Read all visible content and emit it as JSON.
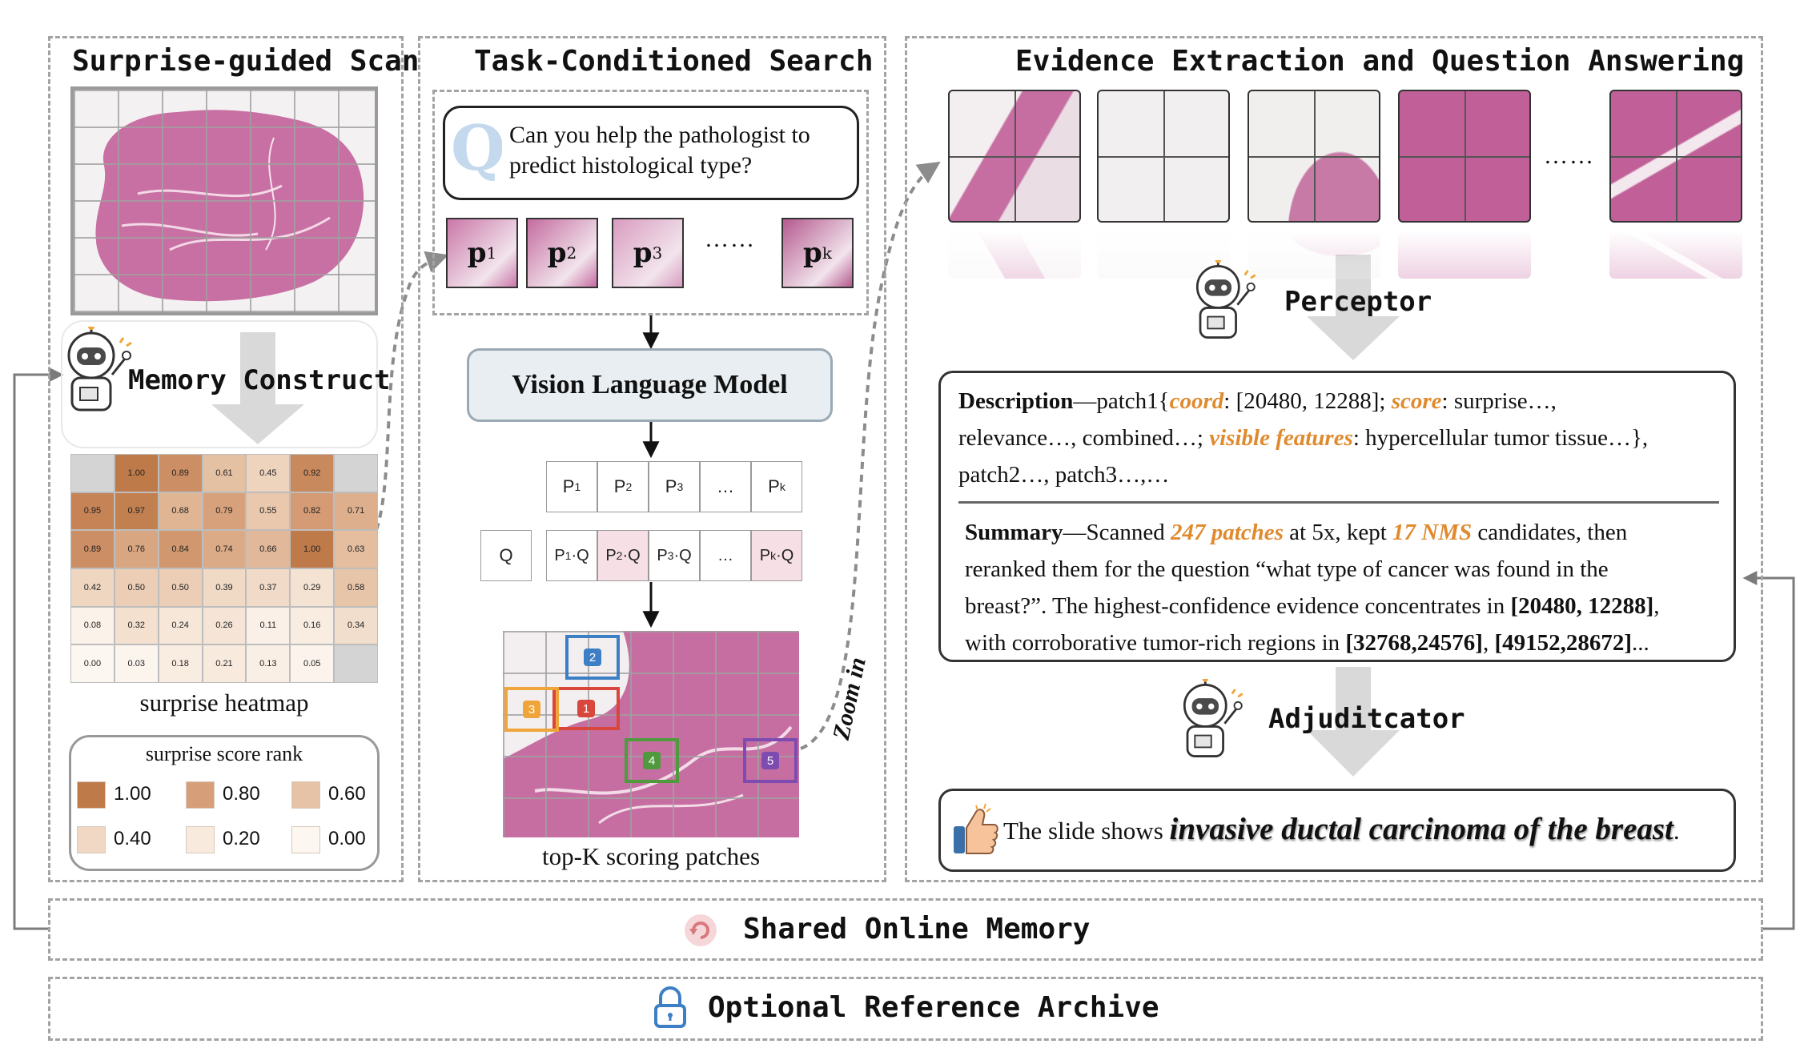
{
  "panels": {
    "scan_title": "Surprise-guided Scan",
    "search_title": "Task-Conditioned Search",
    "evidence_title": "Evidence Extraction and Question Answering"
  },
  "scan": {
    "memory_label": "Memory Construct",
    "heatmap_label": "surprise heatmap",
    "heatmap_cells": [
      [
        "",
        "1.00",
        "0.89",
        "0.61",
        "0.45",
        "0.92",
        ""
      ],
      [
        "0.95",
        "0.97",
        "0.68",
        "0.79",
        "0.55",
        "0.82",
        "0.71"
      ],
      [
        "0.89",
        "0.76",
        "0.84",
        "0.74",
        "0.66",
        "1.00",
        "0.63"
      ],
      [
        "0.42",
        "0.50",
        "0.50",
        "0.39",
        "0.37",
        "0.29",
        "0.58"
      ],
      [
        "0.08",
        "0.32",
        "0.24",
        "0.26",
        "0.11",
        "0.16",
        "0.34"
      ],
      [
        "0.00",
        "0.03",
        "0.18",
        "0.21",
        "0.13",
        "0.05",
        ""
      ]
    ],
    "legend_title": "surprise score rank",
    "legend": [
      {
        "label": "1.00",
        "color": "#bf7a4a"
      },
      {
        "label": "0.80",
        "color": "#d69f79"
      },
      {
        "label": "0.60",
        "color": "#e6c3a6"
      },
      {
        "label": "0.40",
        "color": "#f0d8c4"
      },
      {
        "label": "0.20",
        "color": "#f8ebde"
      },
      {
        "label": "0.00",
        "color": "#fdf7f1"
      }
    ]
  },
  "search": {
    "query_line1": "Can you help the pathologist to",
    "query_line2": "predict histological type?",
    "patch_labels": [
      "p",
      "p",
      "p",
      "p"
    ],
    "patch_subs": [
      "1",
      "2",
      "3",
      "k"
    ],
    "ellipsis": "……",
    "vlm_label": "Vision Language Model",
    "row1": [
      "P",
      "P",
      "P",
      "…",
      "P"
    ],
    "row1_subs": [
      "1",
      "2",
      "3",
      "",
      "k"
    ],
    "q_label": "Q",
    "row2": [
      "P",
      "P",
      "P",
      "…",
      "P"
    ],
    "row2_subs": [
      "1",
      "2",
      "3",
      "",
      "k"
    ],
    "row2_suffix": "·Q",
    "topk_label": "top-K scoring patches",
    "zoom_label": "Zoom in",
    "marks": [
      "1",
      "2",
      "3",
      "4",
      "5"
    ]
  },
  "evidence": {
    "ellipsis": "……",
    "perceptor_label": "Perceptor",
    "adjudicator_label": "Adjuditcator",
    "desc": {
      "head": "Description",
      "t1": "—patch1{",
      "coord": "coord",
      "t2": ": [20480, 12288]; ",
      "score": "score",
      "t3": ": surprise…,",
      "t4": "relevance…, combined…; ",
      "visible": "visible features",
      "t5": ": hypercellular tumor tissue…},",
      "t6": "patch2…, patch3…,…"
    },
    "summary": {
      "head": "Summary",
      "t1": "—Scanned ",
      "patches": "247 patches",
      "t2": " at 5x, kept ",
      "nms": "17 NMS",
      "t3": " candidates, then",
      "t4": "reranked them for the question “what type of cancer was found in the",
      "t5": "breast?”. The highest-confidence evidence concentrates in ",
      "b1": "[20480, 12288]",
      "t6": ",",
      "t7": "with corroborative tumor-rich regions in ",
      "b2": "[32768,24576]",
      "t8": ", ",
      "b3": "[49152,28672]",
      "t9": "..."
    },
    "answer_prefix": "The slide shows ",
    "answer_emph": "invasive ductal carcinoma of the breast",
    "answer_suffix": "."
  },
  "memory": {
    "shared_label": "Shared Online Memory",
    "archive_label": "Optional Reference Archive"
  },
  "colors": {
    "tissue": "#c86aa0",
    "dash": "#a3a3a3",
    "orange": "#e08a2e",
    "mark1": "#d9463b",
    "mark2": "#3d7fc4",
    "mark3": "#f0a53a",
    "mark4": "#4f9a3c",
    "mark5": "#7e4bb0"
  }
}
